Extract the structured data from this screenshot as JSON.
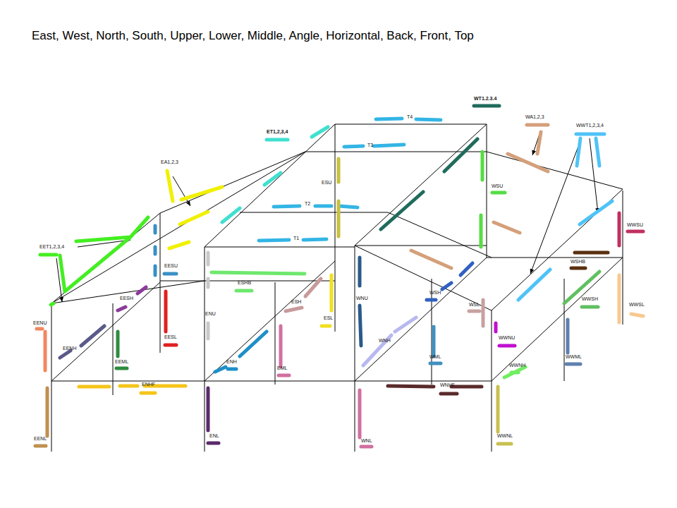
{
  "diagram": {
    "title": "East, West, North, South, Upper, Lower, Middle, Angle, Horizontal, Back, Front, Top",
    "labels": [
      "WT1.2.3.4",
      "ET1,2,3,4",
      "EA1,2,3",
      "T4",
      "T3",
      "T2",
      "T1",
      "ESU",
      "WA1,2,3",
      "WWT1,2,3,4",
      "WSU",
      "EET1,2,3,4",
      "EESU",
      "ESHB",
      "EESH",
      "ESH",
      "ESL",
      "EENU",
      "EENH",
      "EEML",
      "EESL",
      "ENU",
      "ENH",
      "EML",
      "ENHF",
      "EENL",
      "ENL",
      "WNU",
      "WSH",
      "WSL",
      "WSHB",
      "WWSU",
      "WWSH",
      "WWSL",
      "WNH",
      "WML",
      "WWNU",
      "WWNH",
      "WWML",
      "WNHF",
      "WNL",
      "WWNL"
    ]
  }
}
